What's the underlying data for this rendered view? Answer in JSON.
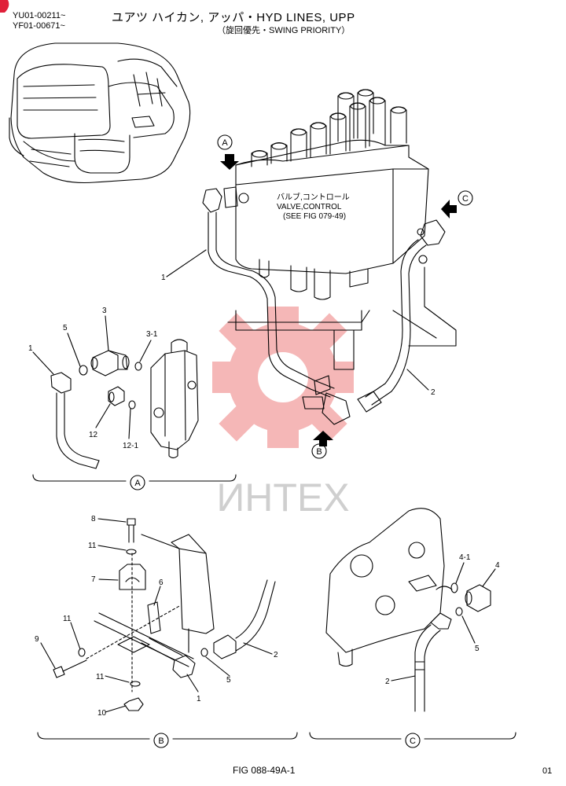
{
  "header": {
    "serial_1": "YU01-00211~",
    "serial_2": "YF01-00671~",
    "title": "ユアツ ハイカン, アッパ・HYD LINES, UPP",
    "subtitle": "（旋回優先・SWING PRIORITY）"
  },
  "valve_label": {
    "line1": "バルブ,コントロール",
    "line2": "VALVE,CONTROL",
    "line3": "(SEE FIG 079-49)"
  },
  "view_markers": {
    "a": "A",
    "b": "B",
    "c": "C"
  },
  "part_numbers": {
    "main_1": "1",
    "main_2": "2",
    "a_1": "1",
    "a_5": "5",
    "a_3": "3",
    "a_3_1": "3-1",
    "a_12": "12",
    "a_12_1": "12-1",
    "b_8": "8",
    "b_11_top": "11",
    "b_7": "7",
    "b_6": "6",
    "b_11_mid": "11",
    "b_9": "9",
    "b_11_low": "11",
    "b_10": "10",
    "b_1": "1",
    "b_5": "5",
    "b_2": "2",
    "c_4_1": "4-1",
    "c_4": "4",
    "c_5": "5",
    "c_2": "2"
  },
  "watermark": "ИНТЕХ",
  "footer": {
    "figure": "FIG 088-49A-1",
    "page": "01"
  },
  "colors": {
    "line": "#000000",
    "watermark_red": "#f0a0a0",
    "watermark_gray": "#c8c8c8",
    "corner_mark": "#e0203a"
  }
}
